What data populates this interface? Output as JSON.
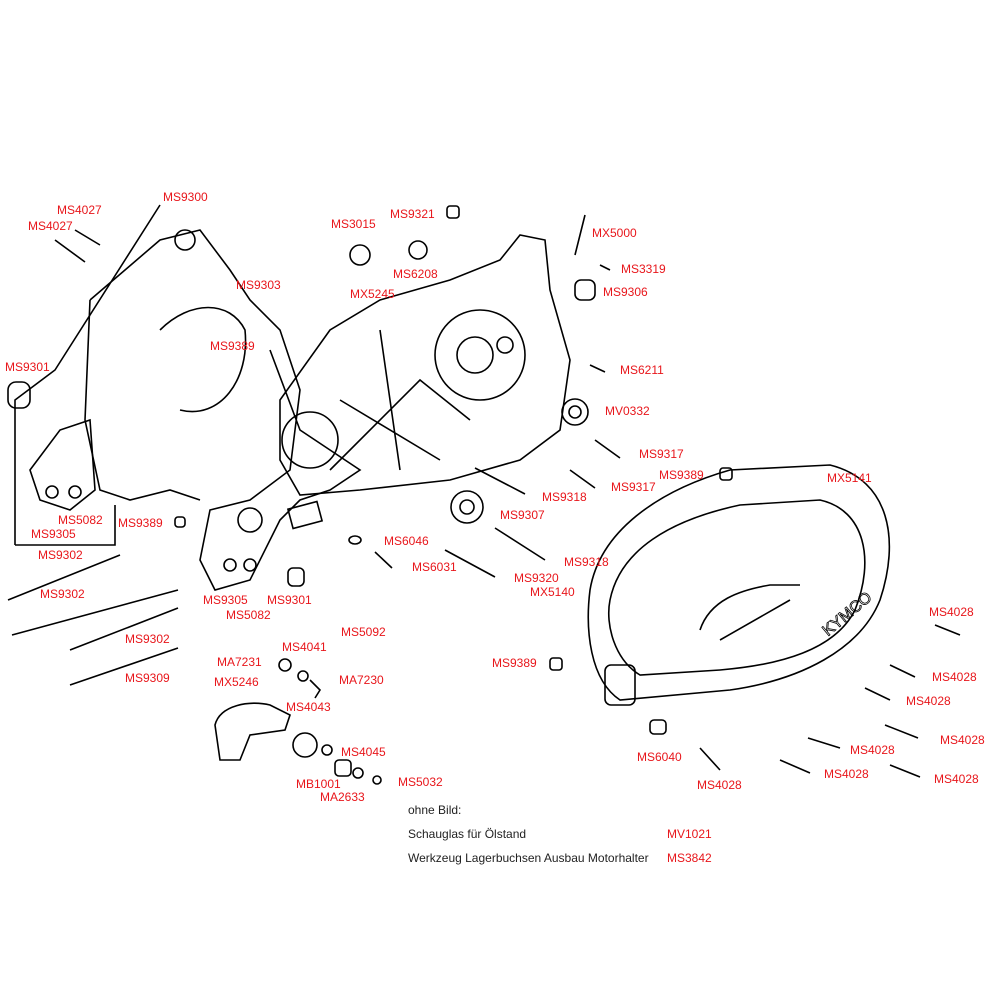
{
  "labels": [
    "MS9300",
    "MS4027",
    "MS4027",
    "MS9303",
    "MS9389",
    "MS9301",
    "MS5082",
    "MS9305",
    "MS9389",
    "MS9302",
    "MS9302",
    "MS9302",
    "MS9309",
    "MS9305",
    "MS5082",
    "MS9301",
    "MS9321",
    "MS3015",
    "MS6208",
    "MX5245",
    "MX5000",
    "MS3319",
    "MS9306",
    "MS6211",
    "MV0332",
    "MS9317",
    "MS9389",
    "MX5141",
    "MS9317",
    "MS9318",
    "MS9307",
    "MS6046",
    "MS6031",
    "MS9318",
    "MS9320",
    "MX5140",
    "MS4028",
    "MS5092",
    "MS4041",
    "MA7231",
    "MA7230",
    "MX5246",
    "MS4043",
    "MS9389",
    "MS4028",
    "MS4028",
    "MS4028",
    "MS6040",
    "MS4045",
    "MS4028",
    "MS4028",
    "MS4028",
    "MS5032",
    "MB1001",
    "MA2633",
    "MS4028"
  ],
  "cover_logo": "KYMCO",
  "footer": {
    "heading": "ohne Bild:",
    "items": [
      {
        "name": "Schauglas für Ölstand",
        "code": "MV1021"
      },
      {
        "name": "Werkzeug Lagerbuchsen Ausbau Motorhalter",
        "code": "MS3842"
      }
    ]
  },
  "colors": {
    "label": "#e8161b",
    "line": "#000000"
  }
}
